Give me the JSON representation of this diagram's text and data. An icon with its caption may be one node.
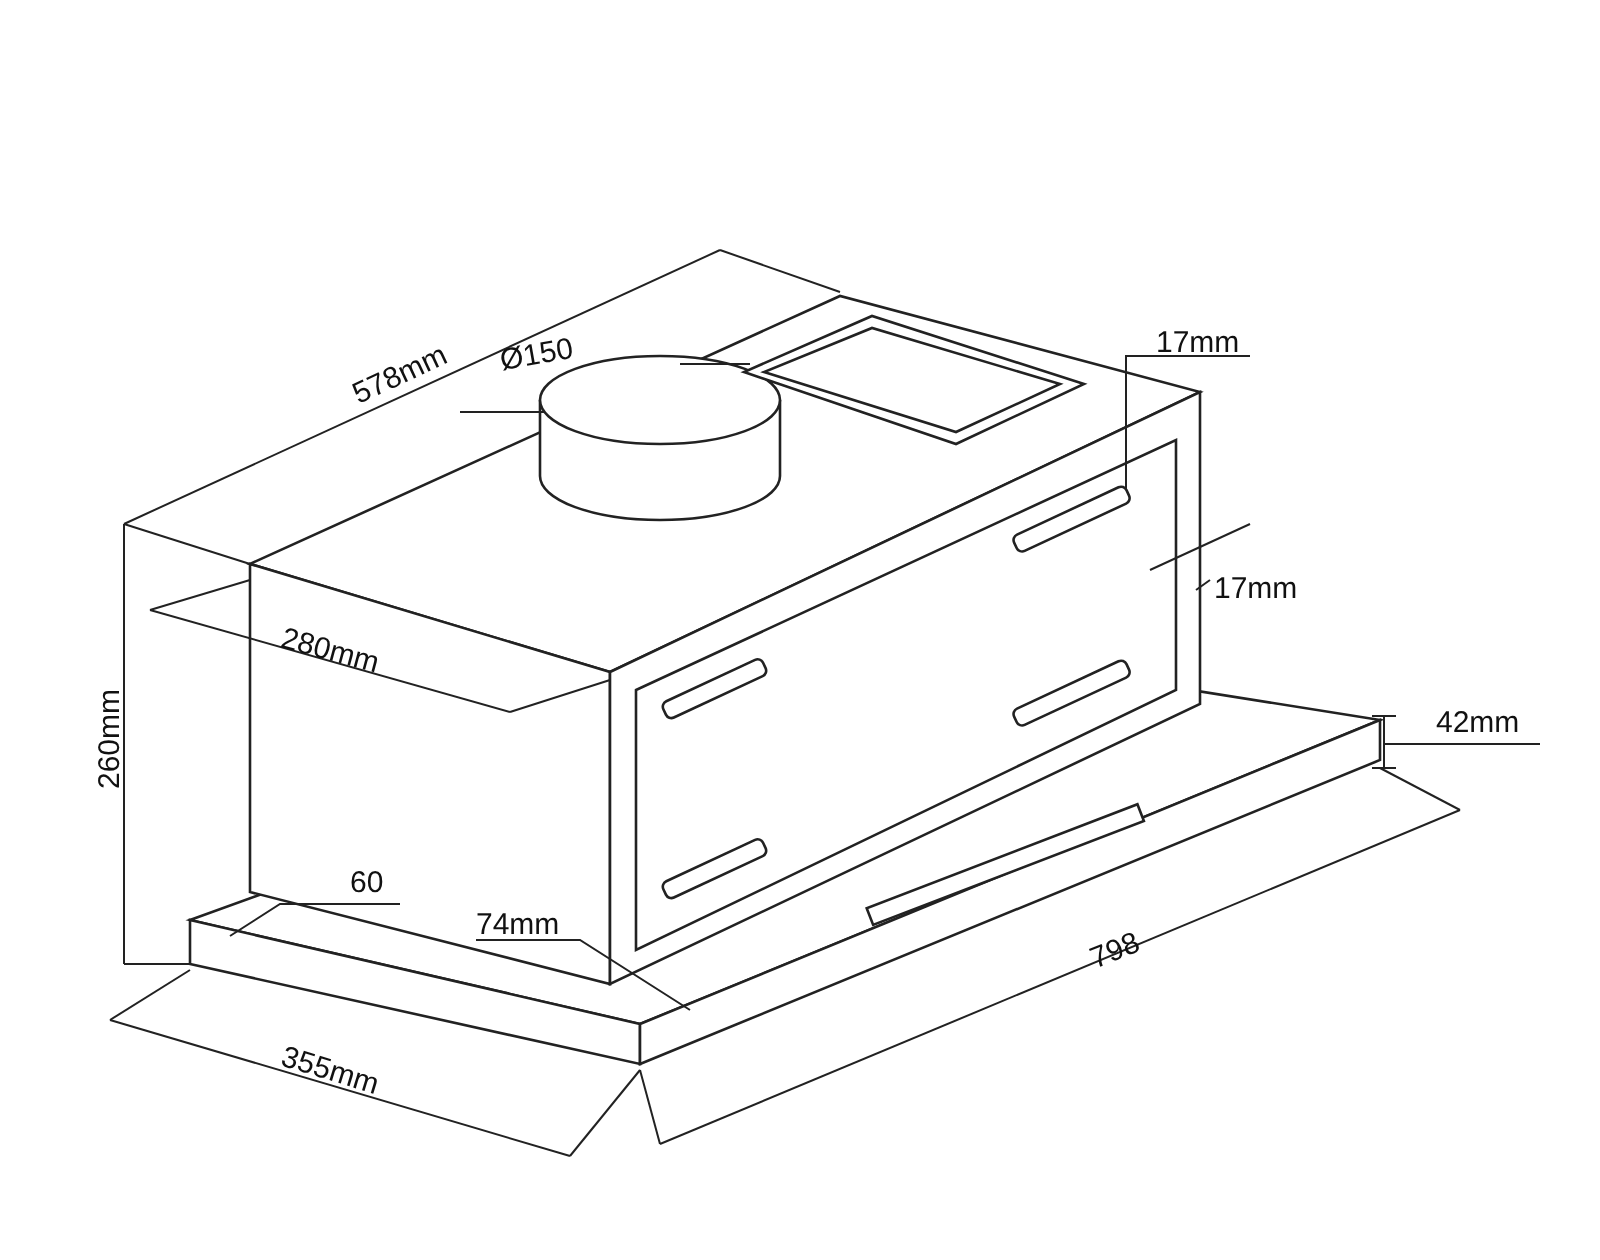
{
  "diagram": {
    "labels": [
      "578mm",
      "Ø150",
      "17mm",
      "17mm",
      "280mm",
      "42mm",
      "260mm",
      "60",
      "74mm",
      "798",
      "355mm"
    ]
  }
}
